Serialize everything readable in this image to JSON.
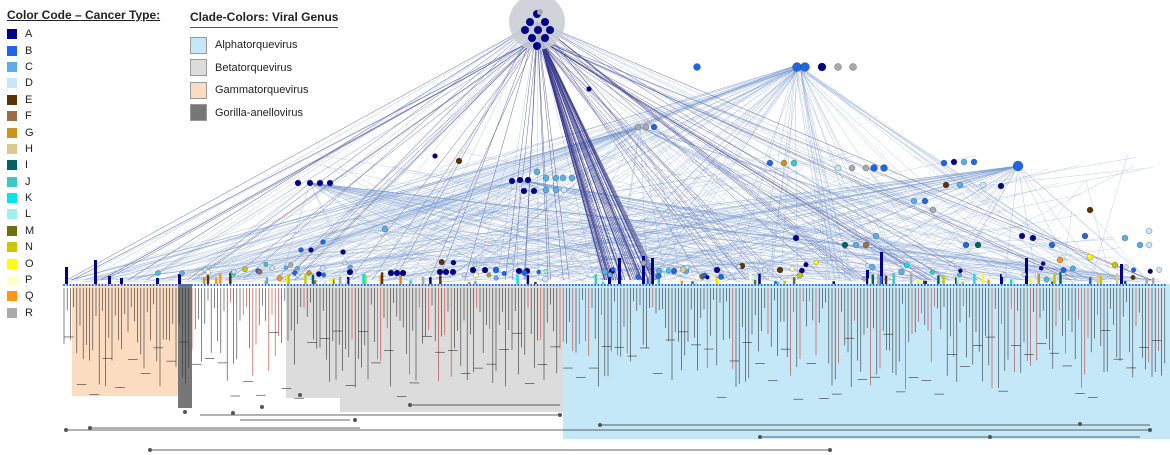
{
  "cancer_legend": {
    "title": "Color Code – Cancer Type:",
    "items": [
      {
        "label": "A",
        "color": "#00008b"
      },
      {
        "label": "B",
        "color": "#1e66e6"
      },
      {
        "label": "C",
        "color": "#5aaee6"
      },
      {
        "label": "D",
        "color": "#c8e6f5"
      },
      {
        "label": "E",
        "color": "#5a3205"
      },
      {
        "label": "F",
        "color": "#9b6e46"
      },
      {
        "label": "G",
        "color": "#c8961e"
      },
      {
        "label": "H",
        "color": "#dcc891"
      },
      {
        "label": "I",
        "color": "#006464"
      },
      {
        "label": "J",
        "color": "#3cc8c8"
      },
      {
        "label": "K",
        "color": "#00e6e6"
      },
      {
        "label": "L",
        "color": "#a0f0f0"
      },
      {
        "label": "M",
        "color": "#6e6e14"
      },
      {
        "label": "N",
        "color": "#c8c800"
      },
      {
        "label": "O",
        "color": "#ffff00"
      },
      {
        "label": "P",
        "color": "#ffffc8"
      },
      {
        "label": "Q",
        "color": "#ff9614"
      },
      {
        "label": "R",
        "color": "#aaaaaa"
      }
    ]
  },
  "clade_legend": {
    "title": "Clade-Colors: Viral Genus",
    "items": [
      {
        "label": "Alphatorquevirus",
        "color": "#c5e8f8"
      },
      {
        "label": "Betatorquevirus",
        "color": "#dcdcdc"
      },
      {
        "label": "Gammatorquevirus",
        "color": "#fbdcc0"
      },
      {
        "label": "Gorilla-anellovirus",
        "color": "#777777"
      }
    ]
  },
  "colors": {
    "edge_dark": "#3a3a8a",
    "edge_light": "#7a9ad0",
    "branch_black": "#333333",
    "branch_red": "#c0392b",
    "hub_halo": "#c8ccd4"
  }
}
